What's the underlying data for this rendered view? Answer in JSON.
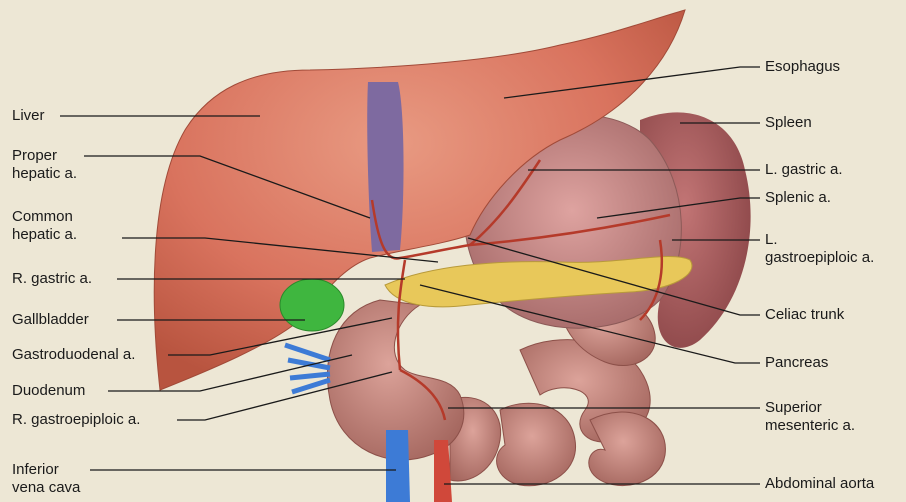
{
  "colors": {
    "background": "#ede7d5",
    "liver": "#d9735e",
    "stomach": "#c98a86",
    "spleen": "#a85a5c",
    "intestine": "#c48579",
    "vena_cava": "#3d7bd6",
    "hepatic_vein": "#7e6aa0",
    "aorta": "#d0483a",
    "gallbladder": "#3fb63f",
    "pancreas": "#e8c85a",
    "artery": "#b53a2a",
    "leader_line": "#1a1a1a"
  },
  "labels": {
    "left": [
      {
        "id": "liver",
        "text": "Liver"
      },
      {
        "id": "proper_hepatic",
        "text": "Proper\nhepatic a."
      },
      {
        "id": "common_hepatic",
        "text": "Common\nhepatic a."
      },
      {
        "id": "r_gastric",
        "text": "R. gastric a."
      },
      {
        "id": "gallbladder",
        "text": "Gallbladder"
      },
      {
        "id": "gastroduodenal",
        "text": "Gastroduodenal a."
      },
      {
        "id": "duodenum",
        "text": "Duodenum"
      },
      {
        "id": "r_gastroepiploic",
        "text": "R. gastroepiploic a."
      },
      {
        "id": "inferior_vena_cava",
        "text": "Inferior\nvena cava"
      }
    ],
    "right": [
      {
        "id": "esophagus",
        "text": "Esophagus"
      },
      {
        "id": "spleen",
        "text": "Spleen"
      },
      {
        "id": "l_gastric",
        "text": "L. gastric a."
      },
      {
        "id": "splenic",
        "text": "Splenic a."
      },
      {
        "id": "l_gastroepiploic",
        "text": "L.\ngastroepiploic a."
      },
      {
        "id": "celiac_trunk",
        "text": "Celiac trunk"
      },
      {
        "id": "pancreas",
        "text": "Pancreas"
      },
      {
        "id": "superior_mesenteric",
        "text": "Superior\nmesenteric a."
      },
      {
        "id": "abdominal_aorta",
        "text": "Abdominal aorta"
      }
    ]
  }
}
